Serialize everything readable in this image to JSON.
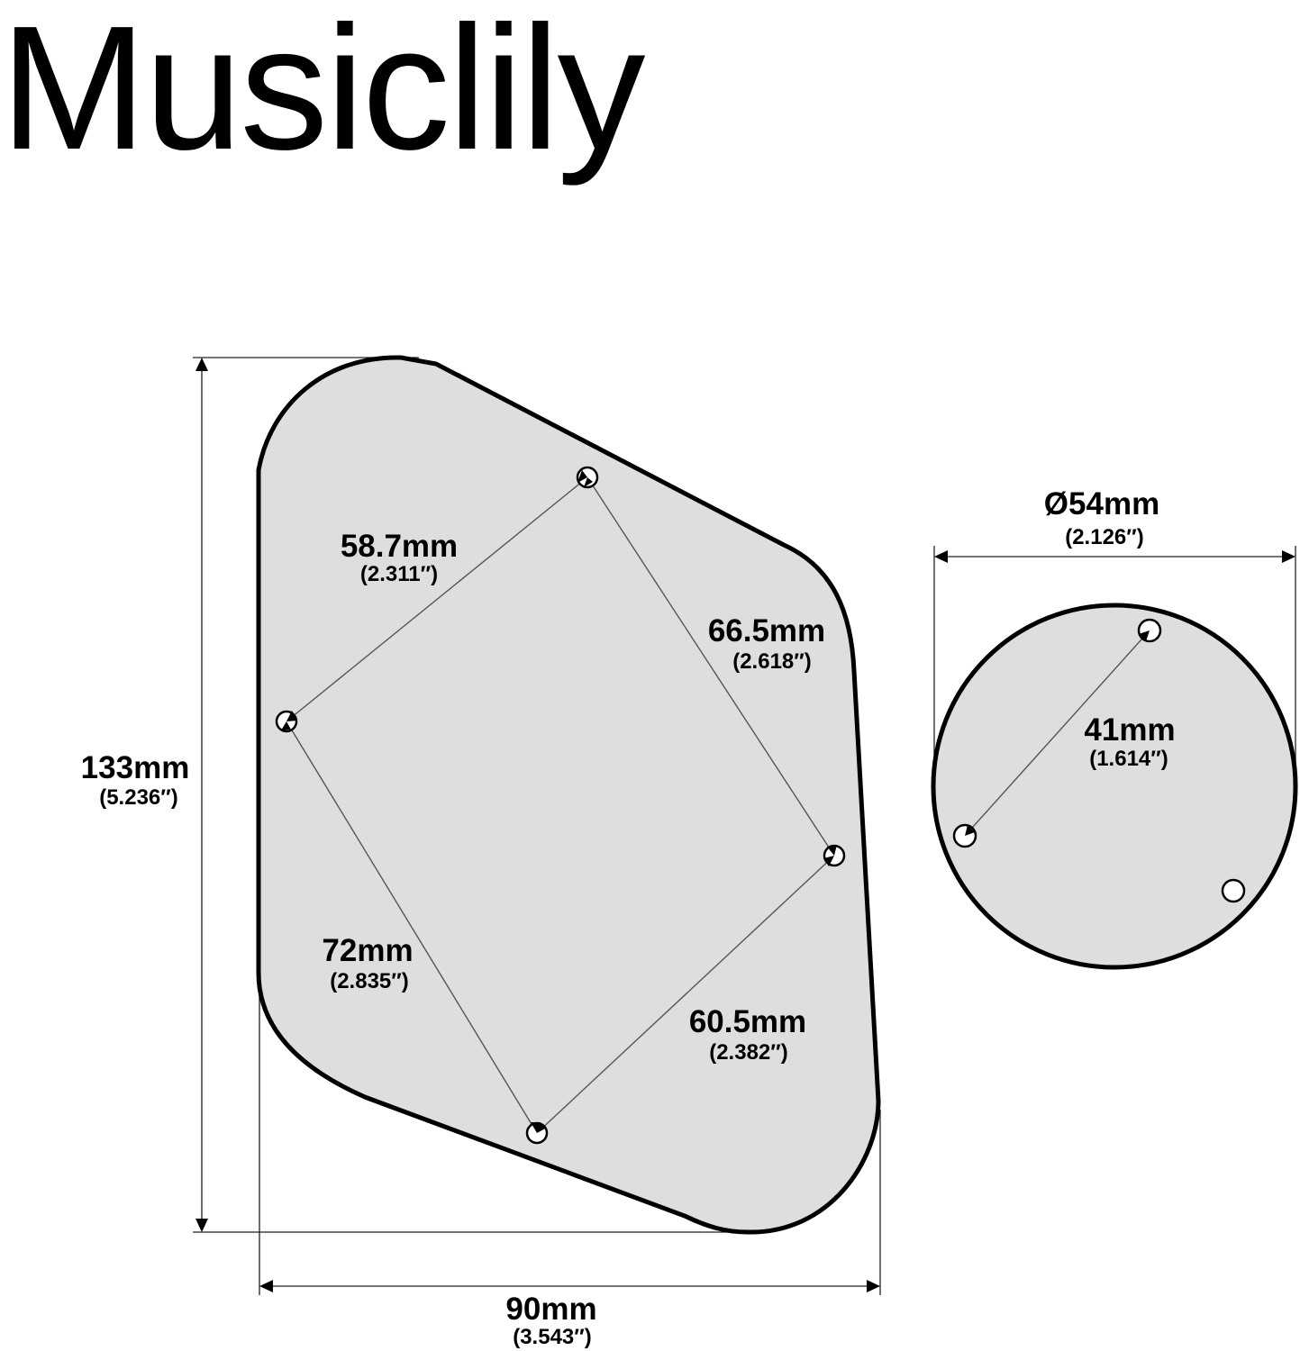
{
  "brand": "Musiclily",
  "colors": {
    "plate_fill": "#dedede",
    "outline": "#000000",
    "background": "#ffffff"
  },
  "plate": {
    "height": {
      "mm": "133mm",
      "in": "(5.236″)"
    },
    "width": {
      "mm": "90mm",
      "in": "(3.543″)"
    },
    "top_left_right": {
      "mm": "58.7mm",
      "in": "(2.311″)"
    },
    "top_right_lower": {
      "mm": "66.5mm",
      "in": "(2.618″)"
    },
    "left_bottom": {
      "mm": "72mm",
      "in": "(2.835″)"
    },
    "bottom_right": {
      "mm": "60.5mm",
      "in": "(2.382″)"
    }
  },
  "round_plate": {
    "diameter": {
      "mm": "Ø54mm",
      "in": "(2.126″)"
    },
    "hole_spacing": {
      "mm": "41mm",
      "in": "(1.614″)"
    }
  }
}
